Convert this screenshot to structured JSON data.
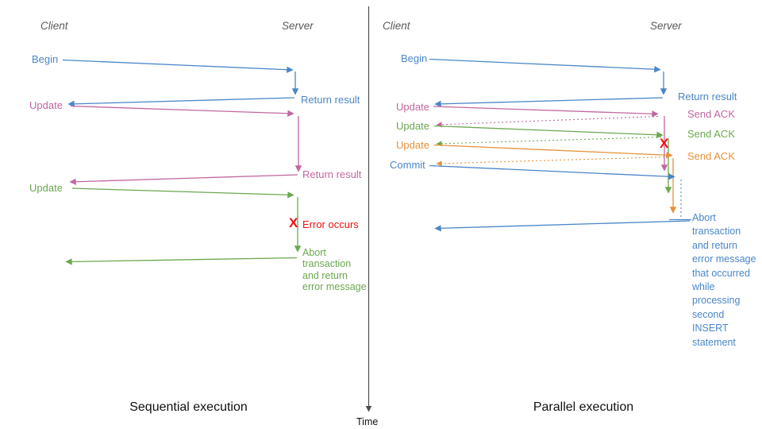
{
  "colors": {
    "blue": "#4a86c8",
    "pink": "#c2679f",
    "green": "#6aa84f",
    "orange": "#e6913a",
    "red": "#ee1111",
    "axis_gray": "#4d4d4d",
    "header_gray": "#5a5a5a"
  },
  "time_axis": {
    "label": "Time"
  },
  "left": {
    "title": "Sequential execution",
    "client": "Client",
    "server": "Server",
    "begin": "Begin",
    "return_result_1": "Return result",
    "update_1": "Update",
    "return_result_2": "Return result",
    "update_2": "Update",
    "error_x": "X",
    "error_label": "Error occurs",
    "abort_label": "Abort\ntransaction\nand return\nerror message"
  },
  "right": {
    "title": "Parallel execution",
    "client": "Client",
    "server": "Server",
    "begin": "Begin",
    "return_result": "Return result",
    "update_1": "Update",
    "send_ack_1": "Send ACK",
    "update_2": "Update",
    "send_ack_2": "Send ACK",
    "update_3": "Update",
    "send_ack_3": "Send ACK",
    "commit": "Commit",
    "error_x": "X",
    "abort_label": "Abort\ntransaction\nand return\nerror message\nthat occurred\nwhile\nprocessing\nsecond\nINSERT\nstatement"
  }
}
